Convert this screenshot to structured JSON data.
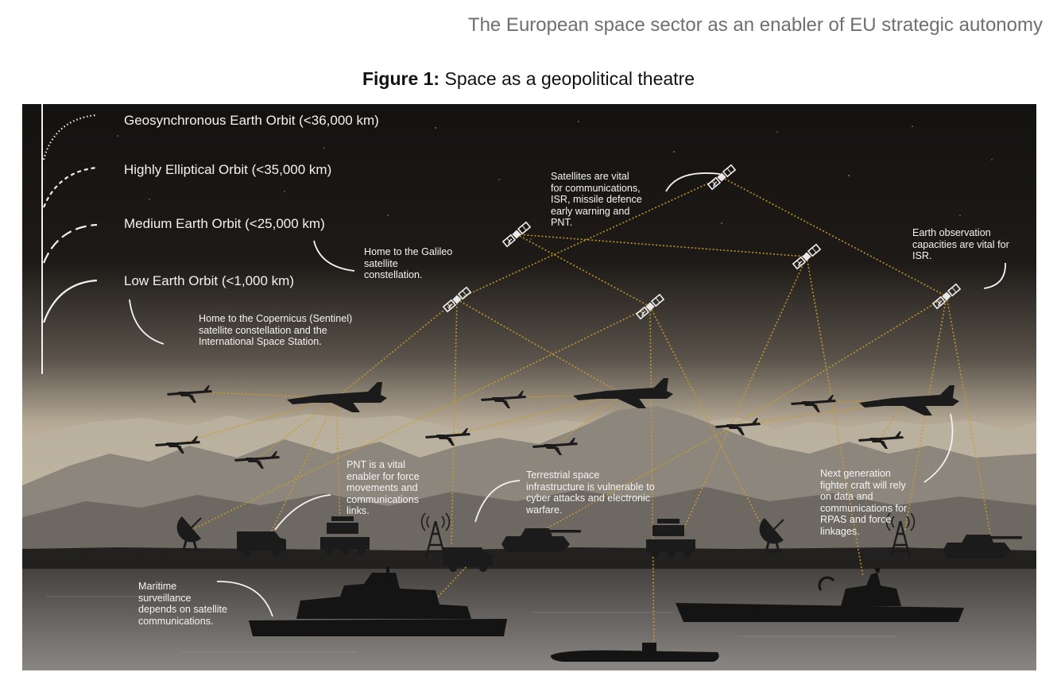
{
  "header": {
    "running_title": "The European space sector as an enabler of EU strategic autonomy"
  },
  "figure": {
    "label": "Figure 1:",
    "title": "Space as a geopolitical theatre"
  },
  "orbits": [
    {
      "label": "Geosynchronous Earth Orbit (<36,000 km)"
    },
    {
      "label": "Highly Elliptical Orbit (<35,000 km)"
    },
    {
      "label": "Medium Earth Orbit (<25,000 km)"
    },
    {
      "label": "Low Earth Orbit (<1,000 km)"
    }
  ],
  "annotations": {
    "galileo": [
      "Home to the Galileo",
      "satellite",
      "constellation."
    ],
    "copernicus": [
      "Home to the Copernicus (Sentinel)",
      "satellite constellation and the",
      "International Space Station."
    ],
    "satellites_vital": [
      "Satellites are vital",
      "for communications,",
      "ISR, missile defence",
      "early warning and",
      "PNT."
    ],
    "earth_observation": [
      "Earth observation",
      "capacities are vital for",
      "ISR."
    ],
    "pnt": [
      "PNT is a vital",
      "enabler for force",
      "movements and",
      "communications",
      "links."
    ],
    "terrestrial": [
      "Terrestrial space",
      "infrastructure is vulnerable to",
      "cyber attacks and electronic",
      "warfare."
    ],
    "next_gen": [
      "Next generation",
      "fighter craft will rely",
      "on data and",
      "communications for",
      "RPAS and force",
      "linkages."
    ],
    "maritime": [
      "Maritime",
      "surveillance",
      "depends on satellite",
      "communications."
    ]
  },
  "colors": {
    "link_line": "#c99b2e",
    "sky_top": "#141210",
    "haze": "#c9bca6",
    "silhouette": "#1b1b1b"
  }
}
